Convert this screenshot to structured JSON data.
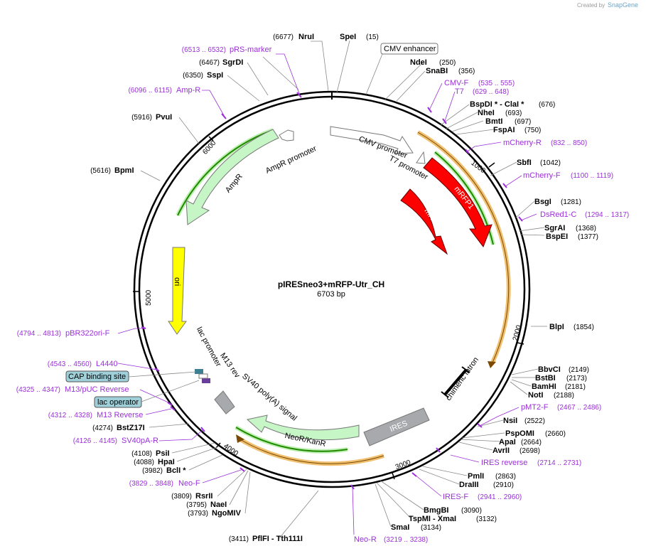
{
  "credit": {
    "created_by": "Created by",
    "brand": "SnapGene"
  },
  "plasmid": {
    "name": "pIRESneo3+mRFP-Utr_CH",
    "size": "6703 bp"
  },
  "ticks": [
    "1000",
    "2000",
    "3000",
    "4000",
    "5000",
    "6000"
  ],
  "enzymes": [
    {
      "name": "NruI",
      "pos": "(6677)"
    },
    {
      "name": "SpeI",
      "pos": "(15)"
    },
    {
      "name": "NdeI",
      "pos": "(250)"
    },
    {
      "name": "SnaBI",
      "pos": "(356)"
    },
    {
      "name": "SgrDI",
      "pos": "(6467)"
    },
    {
      "name": "SspI",
      "pos": "(6350)"
    },
    {
      "name": "BspDI * - ClaI *",
      "pos": "(676)"
    },
    {
      "name": "NheI",
      "pos": "(693)"
    },
    {
      "name": "BmtI",
      "pos": "(697)"
    },
    {
      "name": "FspAI",
      "pos": "(750)"
    },
    {
      "name": "PvuI",
      "pos": "(5916)"
    },
    {
      "name": "SbfI",
      "pos": "(1042)"
    },
    {
      "name": "BpmI",
      "pos": "(5616)"
    },
    {
      "name": "BsgI",
      "pos": "(1281)"
    },
    {
      "name": "SgrAI",
      "pos": "(1368)"
    },
    {
      "name": "BspEI",
      "pos": "(1377)"
    },
    {
      "name": "BlpI",
      "pos": "(1854)"
    },
    {
      "name": "BbvCI",
      "pos": "(2149)"
    },
    {
      "name": "BstBI",
      "pos": "(2173)"
    },
    {
      "name": "BamHI",
      "pos": "(2181)"
    },
    {
      "name": "NotI",
      "pos": "(2188)"
    },
    {
      "name": "NsiI",
      "pos": "(2522)"
    },
    {
      "name": "PspOMI",
      "pos": "(2660)"
    },
    {
      "name": "ApaI",
      "pos": "(2664)"
    },
    {
      "name": "AvrII",
      "pos": "(2698)"
    },
    {
      "name": "PmlI",
      "pos": "(2863)"
    },
    {
      "name": "DraIII",
      "pos": "(2910)"
    },
    {
      "name": "BmgBI",
      "pos": "(3090)"
    },
    {
      "name": "TspMI - XmaI",
      "pos": "(3132)"
    },
    {
      "name": "SmaI",
      "pos": "(3134)"
    },
    {
      "name": "PflFI - Tth111I",
      "pos": "(3411)"
    },
    {
      "name": "NgoMIV",
      "pos": "(3793)"
    },
    {
      "name": "NaeI",
      "pos": "(3795)"
    },
    {
      "name": "RsrII",
      "pos": "(3809)"
    },
    {
      "name": "BclI *",
      "pos": "(3982)"
    },
    {
      "name": "HpaI",
      "pos": "(4088)"
    },
    {
      "name": "PsiI",
      "pos": "(4108)"
    },
    {
      "name": "BstZ17I",
      "pos": "(4274)"
    }
  ],
  "primers": [
    {
      "name": "pRS-marker",
      "pos": "(6513 .. 6532)"
    },
    {
      "name": "Amp-R",
      "pos": "(6096 .. 6115)"
    },
    {
      "name": "CMV-F",
      "pos": "(535 .. 555)"
    },
    {
      "name": "T7",
      "pos": "(629 .. 648)"
    },
    {
      "name": "mCherry-R",
      "pos": "(832 .. 850)"
    },
    {
      "name": "mCherry-F",
      "pos": "(1100 .. 1119)"
    },
    {
      "name": "DsRed1-C",
      "pos": "(1294 .. 1317)"
    },
    {
      "name": "pBR322ori-F",
      "pos": "(4794 .. 4813)"
    },
    {
      "name": "L4440",
      "pos": "(4543 .. 4560)"
    },
    {
      "name": "M13/pUC Reverse",
      "pos": "(4325 .. 4347)"
    },
    {
      "name": "M13 Reverse",
      "pos": "(4312 .. 4328)"
    },
    {
      "name": "SV40pA-R",
      "pos": "(4126 .. 4145)"
    },
    {
      "name": "Neo-F",
      "pos": "(3829 .. 3848)"
    },
    {
      "name": "pMT2-F",
      "pos": "(2467 .. 2486)"
    },
    {
      "name": "IRES reverse",
      "pos": "(2714 .. 2731)"
    },
    {
      "name": "IRES-F",
      "pos": "(2941 .. 2960)"
    },
    {
      "name": "Neo-R",
      "pos": "(3219 .. 3238)"
    }
  ],
  "boxed_labels": [
    "CMV enhancer",
    "CAP binding site",
    "lac operator"
  ],
  "features": {
    "cmv_promoter": "CMV promoter",
    "t7_promoter": "T7 promoter",
    "mrfp1_a": "mRFP1",
    "mrfp1_b": "mRFP1",
    "ampr_promoter": "AmpR promoter",
    "ampr": "AmpR",
    "ori": "ori",
    "lac_promoter": "lac promoter",
    "m13_rev": "M13 rev",
    "sv40_polya": "SV40 poly(A) signal",
    "neo_kan": "NeoR/KanR",
    "ires": "IRES",
    "chimeric_intron": "chimeric intron"
  },
  "colors": {
    "mrfp1": "#ff0000",
    "ampr": "#c6f5c6",
    "ori": "#ffff00",
    "ires": "#a7a9ac",
    "orange_band": "#f0c070",
    "green_band": "#1f8a00",
    "primer": "#9b30d9"
  }
}
